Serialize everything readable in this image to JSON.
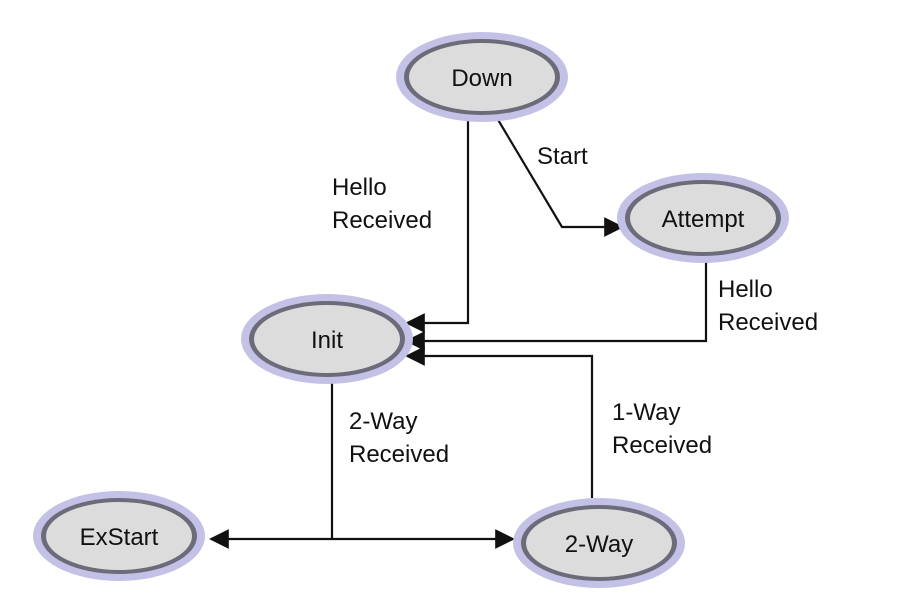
{
  "states": {
    "down": "Down",
    "attempt": "Attempt",
    "init": "Init",
    "exstart": "ExStart",
    "two_way": "2-Way"
  },
  "transitions": {
    "start": "Start",
    "hello_received_down": [
      "Hello",
      "Received"
    ],
    "hello_received_attempt": [
      "Hello",
      "Received"
    ],
    "two_way_received": [
      "2-Way",
      "Received"
    ],
    "one_way_received": [
      "1-Way",
      "Received"
    ]
  },
  "colors": {
    "node_fill": "#dcdcdc",
    "node_inner_ring": "#6b6b7a",
    "node_outer_glow": "#c3c1e6",
    "line": "#111111"
  }
}
